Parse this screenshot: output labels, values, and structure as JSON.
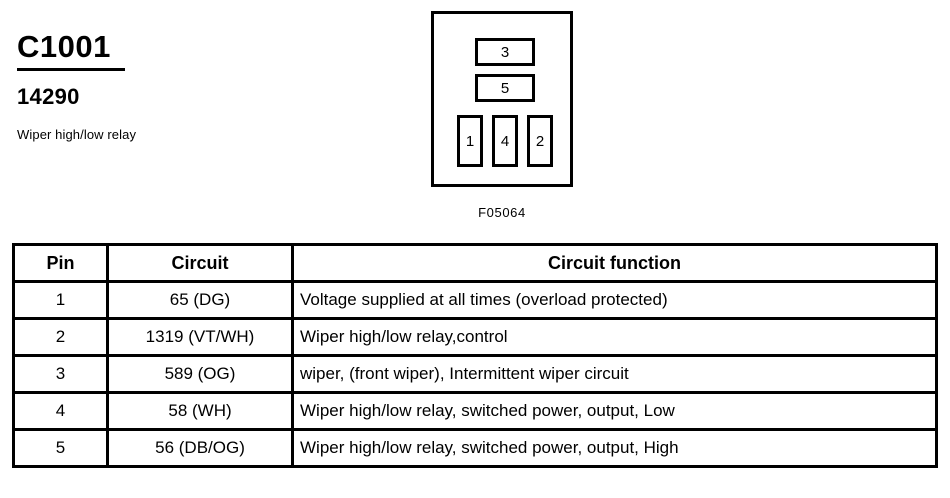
{
  "header": {
    "connector_id": "C1001",
    "part_number": "14290",
    "component_name": "Wiper high/low relay"
  },
  "diagram": {
    "code": "F05064",
    "cavities": [
      {
        "pin": "3",
        "shape": "wide-horizontal",
        "row": "top"
      },
      {
        "pin": "5",
        "shape": "wide-horizontal",
        "row": "middle"
      },
      {
        "pin": "1",
        "shape": "tall-vertical",
        "row": "bottom"
      },
      {
        "pin": "4",
        "shape": "tall-vertical",
        "row": "bottom"
      },
      {
        "pin": "2",
        "shape": "tall-vertical",
        "row": "bottom"
      }
    ]
  },
  "table": {
    "columns": [
      "Pin",
      "Circuit",
      "Circuit function"
    ],
    "rows": [
      {
        "pin": "1",
        "circuit": "65 (DG)",
        "function": "Voltage supplied at all times (overload protected)"
      },
      {
        "pin": "2",
        "circuit": "1319 (VT/WH)",
        "function": "Wiper high/low relay,control"
      },
      {
        "pin": "3",
        "circuit": "589 (OG)",
        "function": "wiper, (front wiper), Intermittent wiper circuit"
      },
      {
        "pin": "4",
        "circuit": "58 (WH)",
        "function": "Wiper high/low relay, switched power, output, Low"
      },
      {
        "pin": "5",
        "circuit": "56 (DB/OG)",
        "function": "Wiper high/low relay, switched power, output, High"
      }
    ]
  },
  "colors": {
    "ink": "#000000",
    "paper": "#ffffff"
  }
}
